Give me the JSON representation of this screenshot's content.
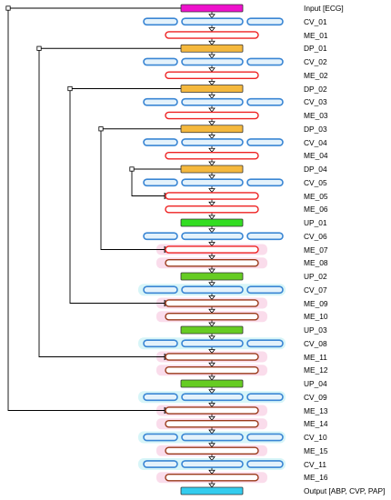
{
  "layers": [
    {
      "label": "Input [ECG]",
      "kind": "input"
    },
    {
      "label": "CV_01",
      "kind": "cv"
    },
    {
      "label": "ME_01",
      "kind": "me"
    },
    {
      "label": "DP_01",
      "kind": "dp"
    },
    {
      "label": "CV_02",
      "kind": "cv"
    },
    {
      "label": "ME_02",
      "kind": "me"
    },
    {
      "label": "DP_02",
      "kind": "dp"
    },
    {
      "label": "CV_03",
      "kind": "cv"
    },
    {
      "label": "ME_03",
      "kind": "me"
    },
    {
      "label": "DP_03",
      "kind": "dp"
    },
    {
      "label": "CV_04",
      "kind": "cv"
    },
    {
      "label": "ME_04",
      "kind": "me"
    },
    {
      "label": "DP_04",
      "kind": "dp"
    },
    {
      "label": "CV_05",
      "kind": "cv"
    },
    {
      "label": "ME_05",
      "kind": "me"
    },
    {
      "label": "ME_06",
      "kind": "me"
    },
    {
      "label": "UP_01",
      "kind": "up"
    },
    {
      "label": "CV_06",
      "kind": "cv"
    },
    {
      "label": "ME_07",
      "kind": "me"
    },
    {
      "label": "ME_08",
      "kind": "me2"
    },
    {
      "label": "UP_02",
      "kind": "up"
    },
    {
      "label": "CV_07",
      "kind": "cv"
    },
    {
      "label": "ME_09",
      "kind": "me2"
    },
    {
      "label": "ME_10",
      "kind": "me2"
    },
    {
      "label": "UP_03",
      "kind": "up"
    },
    {
      "label": "CV_08",
      "kind": "cv"
    },
    {
      "label": "ME_11",
      "kind": "me2"
    },
    {
      "label": "ME_12",
      "kind": "me2"
    },
    {
      "label": "UP_04",
      "kind": "up"
    },
    {
      "label": "CV_09",
      "kind": "cv"
    },
    {
      "label": "ME_13",
      "kind": "me2"
    },
    {
      "label": "ME_14",
      "kind": "me2"
    },
    {
      "label": "CV_10",
      "kind": "cv"
    },
    {
      "label": "ME_15",
      "kind": "me2"
    },
    {
      "label": "CV_11",
      "kind": "cv"
    },
    {
      "label": "ME_16",
      "kind": "me2"
    },
    {
      "label": "Output [ABP, CVP, PAP]",
      "kind": "output"
    }
  ],
  "skip_connections": [
    {
      "from": "Input [ECG]",
      "to": "ME_13"
    },
    {
      "from": "DP_01",
      "to": "ME_11"
    },
    {
      "from": "DP_02",
      "to": "ME_09"
    },
    {
      "from": "DP_03",
      "to": "ME_07"
    },
    {
      "from": "DP_04",
      "to": "ME_05"
    }
  ],
  "colors": {
    "input_fill": "#ee11cc",
    "dp_fill": "#f5b83d",
    "up_fill": "#33dd22",
    "up_fill_dark": "#66cc22",
    "output_fill": "#33ccee",
    "cv_stroke": "#3a86d4",
    "cv_fill": "#e4f2fb",
    "me_stroke": "#ee2222",
    "me2_stroke": "#9a3a1a",
    "pink_glow": "#f9d3e6",
    "cyan_glow": "#cdf3f6",
    "line": "#000000"
  }
}
